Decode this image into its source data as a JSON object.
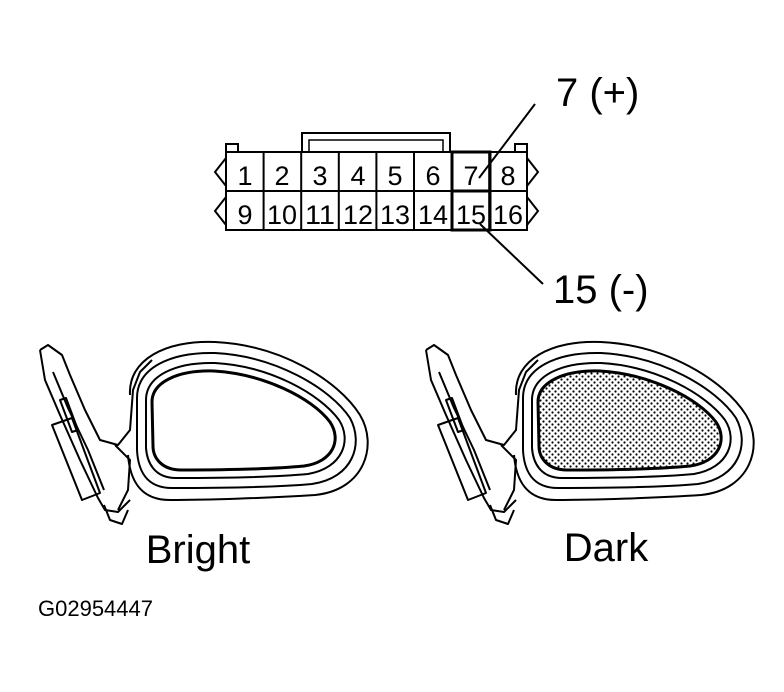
{
  "connector": {
    "top_row": [
      "1",
      "2",
      "3",
      "4",
      "5",
      "6",
      "7",
      "8"
    ],
    "bottom_row": [
      "9",
      "10",
      "11",
      "12",
      "13",
      "14",
      "15",
      "16"
    ]
  },
  "callouts": {
    "positive": "7 (+)",
    "negative": "15 (-)"
  },
  "mirrors": {
    "bright_label": "Bright",
    "dark_label": "Dark"
  },
  "figure_id": "G02954447"
}
